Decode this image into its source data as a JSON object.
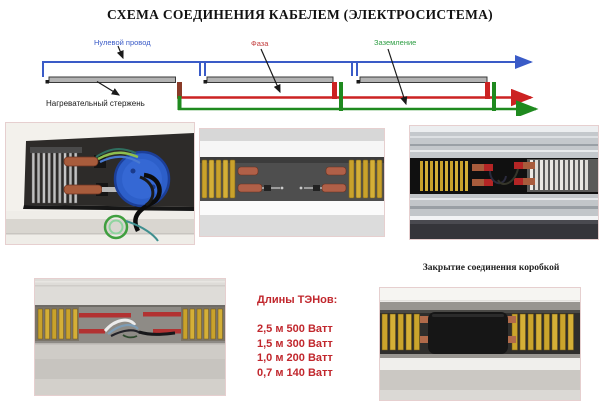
{
  "title": "СХЕМА СОЕДИНЕНИЯ КАБЕЛЕМ (ЭЛЕКТРОСИСТЕМА)",
  "diagram": {
    "labels": {
      "neutral": "Нулевой провод",
      "phase": "Фаза",
      "ground": "Заземление",
      "heating_rod": "Нагревательный стержень"
    },
    "colors": {
      "neutral_wire": "#3a5bc7",
      "phase_wire": "#cc2222",
      "ground_wire": "#1f8a1f",
      "rod_fill": "#b3b3b3",
      "rod1_phase_stub": "#8a3b28"
    }
  },
  "captions": {
    "box_closure": "Закрытие соединения коробкой"
  },
  "ten_lengths": {
    "heading": "Длины ТЭНов:",
    "items": [
      "2,5 м 500 Ватт",
      "1,5 м 300 Ватт",
      "1,0 м 200 Ватт",
      "0,7 м 140 Ватт"
    ],
    "text_color": "#c1272d"
  }
}
